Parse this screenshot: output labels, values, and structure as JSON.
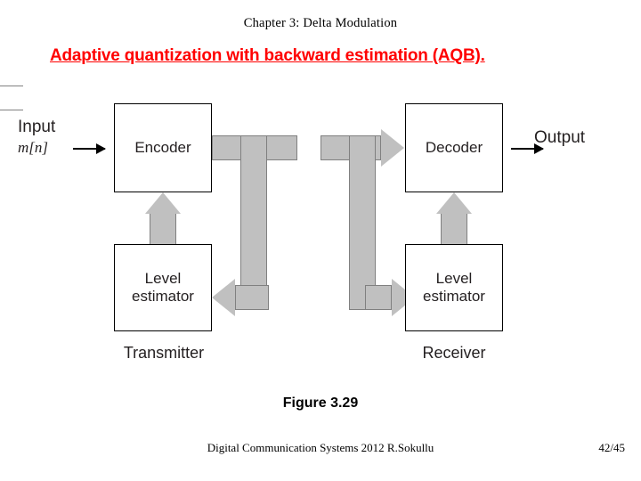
{
  "header": {
    "chapter_title": "Chapter 3: Delta Modulation",
    "slide_heading": "Adaptive quantization with backward estimation (AQB).",
    "heading_color": "#ff0000"
  },
  "diagram": {
    "blocks": [
      {
        "id": "encoder",
        "label": "Encoder"
      },
      {
        "id": "decoder",
        "label": "Decoder"
      },
      {
        "id": "level-estimator-left",
        "line1": "Level",
        "line2": "estimator"
      },
      {
        "id": "level-estimator-right",
        "line1": "Level",
        "line2": "estimator"
      }
    ],
    "labels": {
      "input": "Input",
      "input_signal": "m[n]",
      "output": "Output",
      "transmitter": "Transmitter",
      "receiver": "Receiver"
    },
    "arrow_color": "#c0c0c0",
    "arrow_border_color": "#808080",
    "box_border_color": "#000000"
  },
  "figure": {
    "caption": "Figure 3.29"
  },
  "footer": {
    "center": "Digital Communication Systems 2012  R.Sokullu",
    "page": "42/45"
  }
}
